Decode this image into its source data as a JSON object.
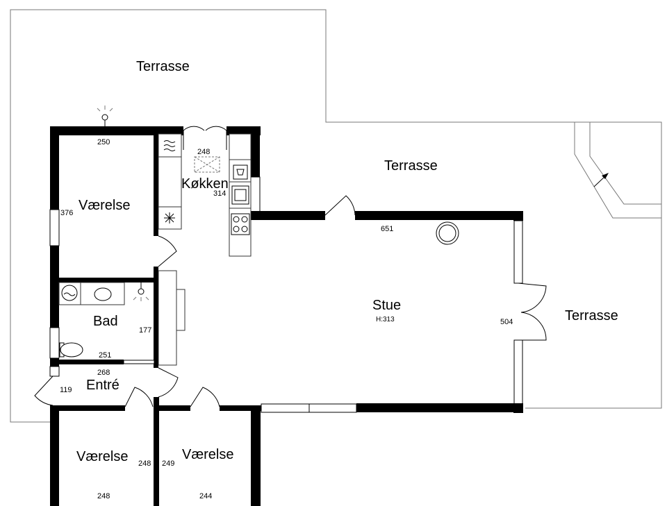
{
  "rooms": {
    "terrace_top": "Terrasse",
    "terrace_mid": "Terrasse",
    "terrace_right": "Terrasse",
    "bedroom_1": "Værelse",
    "kitchen": "Køkken",
    "living": "Stue",
    "living_height": "H:313",
    "bathroom": "Bad",
    "entrance": "Entré",
    "bedroom_2": "Værelse",
    "bedroom_3": "Værelse"
  },
  "dimensions": {
    "bedroom_1_width": "250",
    "bedroom_1_depth": "376",
    "kitchen_width": "248",
    "kitchen_depth": "314",
    "living_width": "651",
    "living_depth": "504",
    "bath_depth": "177",
    "bath_width": "251",
    "entrance_width": "268",
    "entrance_depth": "119",
    "bedroom_2_depth": "248",
    "bedroom_2_width": "248",
    "bedroom_3_depth": "249",
    "bedroom_3_width": "244"
  },
  "colors": {
    "wall": "#000000",
    "terrace_outline": "#777777",
    "background": "#ffffff"
  }
}
